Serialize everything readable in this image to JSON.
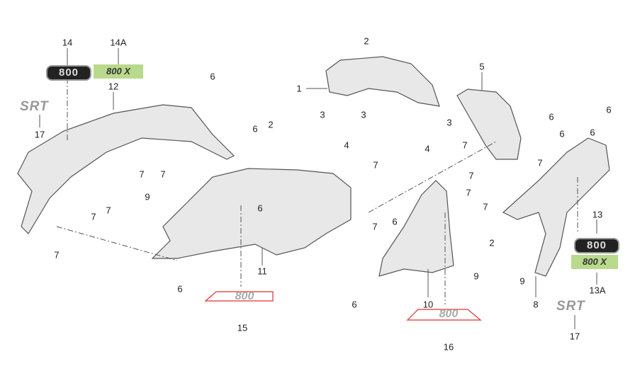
{
  "diagram": {
    "title": "Body panels exploded parts diagram",
    "callouts": [
      "14",
      "14A",
      "12",
      "17",
      "6",
      "6",
      "2",
      "7",
      "7",
      "7",
      "7",
      "9",
      "7",
      "6",
      "11",
      "6",
      "15",
      "2",
      "1",
      "3",
      "3",
      "3",
      "4",
      "4",
      "7",
      "7",
      "5",
      "6",
      "6",
      "6",
      "6",
      "7",
      "7",
      "7",
      "6",
      "7",
      "7",
      "2",
      "9",
      "9",
      "8",
      "10",
      "16",
      "6",
      "13",
      "13A",
      "17"
    ],
    "badges": {
      "badge_800": "800",
      "badge_800x": "800 X",
      "badge_srt": "SRT",
      "decal_800": "800"
    },
    "colors": {
      "line": "#555555",
      "part_fill": "#e6e6e6",
      "decal_outline": "#e03030",
      "badge_green": "#b9d98c"
    }
  }
}
